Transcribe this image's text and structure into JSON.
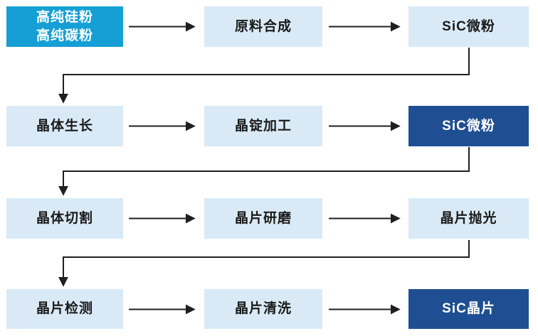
{
  "colors": {
    "bg": "#ffffff",
    "box_light": "#d9eaf6",
    "box_bright": "#159fd4",
    "box_dark": "#1f4f92",
    "arrow": "#1f1f1f",
    "text_dark": "#1a1a1a",
    "text_light": "#ffffff"
  },
  "flowchart": {
    "type": "process-flow",
    "direction": "left-to-right, serpentine top-to-bottom",
    "rows": [
      {
        "nodes": [
          {
            "label_lines": [
              "高纯硅粉",
              "高纯碳粉"
            ],
            "style": "bright"
          },
          {
            "label": "原料合成",
            "style": "light"
          },
          {
            "label": "SiC微粉",
            "style": "light"
          }
        ]
      },
      {
        "nodes": [
          {
            "label": "晶体生长",
            "style": "light"
          },
          {
            "label": "晶锭加工",
            "style": "light"
          },
          {
            "label": "SiC微粉",
            "style": "dark"
          }
        ]
      },
      {
        "nodes": [
          {
            "label": "晶体切割",
            "style": "light"
          },
          {
            "label": "晶片研磨",
            "style": "light"
          },
          {
            "label": "晶片抛光",
            "style": "light"
          }
        ]
      },
      {
        "nodes": [
          {
            "label": "晶片检测",
            "style": "light"
          },
          {
            "label": "晶片清洗",
            "style": "light"
          },
          {
            "label": "SiC晶片",
            "style": "dark"
          }
        ]
      }
    ]
  }
}
